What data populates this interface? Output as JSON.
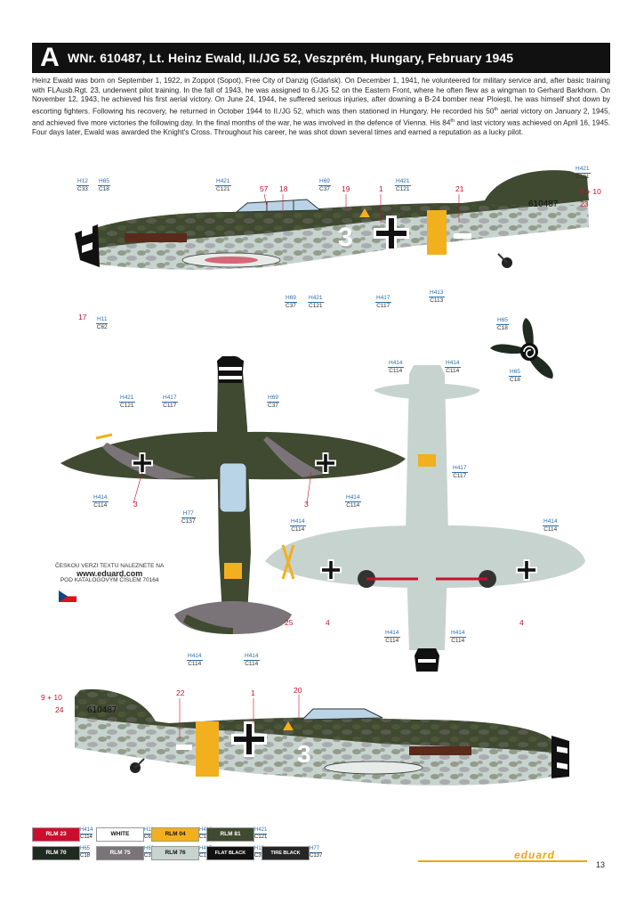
{
  "header": {
    "profile_letter": "A",
    "title": "WNr. 610487, Lt. Heinz Ewald, II./JG 52, Veszprém, Hungary, February 1945"
  },
  "bio": {
    "part1": "Heinz Ewald was born on September 1, 1922, in Zoppot (Sopot), Free City of Danzig (Gdańsk). On December 1, 1941, he volunteered for military service and, after basic training with FLAusb.Rgt. 23, underwent pilot training. In the fall of 1943, he was assigned to 6./JG 52 on the Eastern Front, where he often flew as a wingman to Gerhard Barkhorn. On November 12, 1943, he achieved his first aerial victory. On June 24, 1944, he suffered serious injuries, after downing a B-24 bomber near Ploiești, he was himself shot down by escorting fighters. Following his recovery, he returned in October 1944 to II./JG 52, which was then stationed in Hungary. He recorded his 50",
    "sup1": "th",
    "part2": " aerial victory on January 2, 1945, and achieved five more victories the following day. In the final months of the war, he was involved in the defence of Vienna. His 84",
    "sup2": "th",
    "part3": " and last victory was achieved on April 16, 1945. Four days later, Ewald was awarded the Knight's Cross. Throughout his career, he was shot down several times and earned a reputation as a lucky pilot."
  },
  "aircraft_serial": "610487",
  "side_code": "3",
  "refs": {
    "r1": {
      "h": "H12",
      "c": "C33"
    },
    "r2": {
      "h": "H65",
      "c": "C18"
    },
    "r3": {
      "h": "H421",
      "c": "C121"
    },
    "r4": {
      "h": "H69",
      "c": "C37"
    },
    "r5": {
      "h": "H421",
      "c": "C121"
    },
    "r6": {
      "h": "H421",
      "c": "C121"
    },
    "r7": {
      "h": "H69",
      "c": "C37"
    },
    "r8": {
      "h": "H421",
      "c": "C121"
    },
    "r9": {
      "h": "H417",
      "c": "C117"
    },
    "r10": {
      "h": "H413",
      "c": "C113"
    },
    "r11": {
      "h": "H11",
      "c": "C62"
    },
    "r12": {
      "h": "H65",
      "c": "C18"
    },
    "r13": {
      "h": "H65",
      "c": "C18"
    },
    "r14": {
      "h": "H421",
      "c": "C121"
    },
    "r15": {
      "h": "H417",
      "c": "C117"
    },
    "r16": {
      "h": "H69",
      "c": "C37"
    },
    "r17": {
      "h": "H414",
      "c": "C114"
    },
    "r18": {
      "h": "H414",
      "c": "C114"
    },
    "r19": {
      "h": "H414",
      "c": "C114"
    },
    "r20": {
      "h": "H417",
      "c": "C117"
    },
    "r21": {
      "h": "H414",
      "c": "C114"
    },
    "r22": {
      "h": "H77",
      "c": "C137"
    },
    "r23": {
      "h": "H414",
      "c": "C114"
    },
    "r24": {
      "h": "H414",
      "c": "C114"
    },
    "r25": {
      "h": "H414",
      "c": "C114"
    },
    "r26": {
      "h": "H414",
      "c": "C114"
    },
    "r27": {
      "h": "H414",
      "c": "C114"
    },
    "r28": {
      "h": "H414",
      "c": "C114"
    }
  },
  "callouts": {
    "c57": "57",
    "c18": "18",
    "c19": "19",
    "c1a": "1",
    "c21": "21",
    "c910a": "9 + 10",
    "c23": "23",
    "c17": "17",
    "c3a": "3",
    "c3b": "3",
    "c25": "25",
    "c4a": "4",
    "c4b": "4",
    "c910b": "9 + 10",
    "c24": "24",
    "c22": "22",
    "c1b": "1",
    "c20": "20"
  },
  "czech_note": {
    "line1": "ČESKOU VERZI TEXTU NALEZNETE NA",
    "url": "www.eduard.com",
    "line2": "POD KATALOGOVÝM ČÍSLEM 70164"
  },
  "legend": [
    {
      "name": "RLM 23",
      "h": "H414",
      "c": "C114",
      "bg": "#c8102e",
      "fg": "#ffffff"
    },
    {
      "name": "WHITE",
      "h": "H11",
      "c": "C62",
      "bg": "#ffffff",
      "fg": "#111111"
    },
    {
      "name": "RLM 04",
      "h": "H413",
      "c": "C113",
      "bg": "#f2b01e",
      "fg": "#111111"
    },
    {
      "name": "RLM 81",
      "h": "H421",
      "c": "C121",
      "bg": "#3f4a30",
      "fg": "#ffffff"
    },
    {
      "name": "RLM 70",
      "h": "H65",
      "c": "C18",
      "bg": "#1f2a20",
      "fg": "#ffffff"
    },
    {
      "name": "RLM 75",
      "h": "H69",
      "c": "C37",
      "bg": "#7a7478",
      "fg": "#ffffff"
    },
    {
      "name": "RLM 76",
      "h": "H417",
      "c": "C117",
      "bg": "#c7d3cf",
      "fg": "#111111"
    },
    {
      "name": "FLAT BLACK",
      "h": "H12",
      "c": "C33",
      "bg": "#111111",
      "fg": "#ffffff"
    },
    {
      "name": "TIRE BLACK",
      "h": "H77",
      "c": "C137",
      "bg": "#262626",
      "fg": "#ffffff"
    }
  ],
  "brand": "eduard",
  "page_number": "13",
  "colors": {
    "rlm76": "#c7d3cf",
    "rlm81": "#3f4a30",
    "rlm75": "#7a7478",
    "rlm04": "#f2b01e",
    "rlm23": "#c8102e",
    "rlm70": "#1f2a20"
  }
}
